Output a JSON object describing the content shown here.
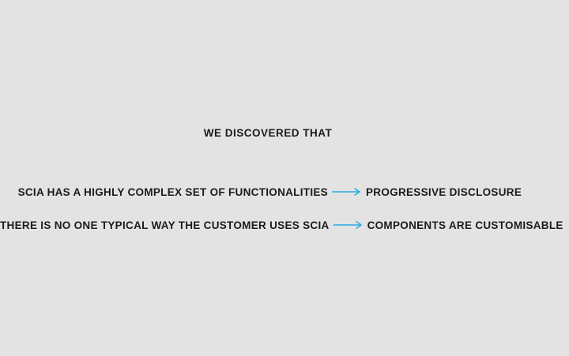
{
  "slide": {
    "heading": "WE DISCOVERED THAT",
    "background_color": "#e3e3e3",
    "text_color": "#1b1b1b",
    "arrow_color": "#29abe2",
    "findings": [
      {
        "observation": "SCIA HAS A HIGHLY COMPLEX SET OF FUNCTIONALITIES",
        "solution": "PROGRESSIVE DISCLOSURE"
      },
      {
        "observation": "THERE IS NO ONE TYPICAL WAY THE CUSTOMER USES SCIA",
        "solution": "COMPONENTS ARE CUSTOMISABLE"
      }
    ]
  }
}
